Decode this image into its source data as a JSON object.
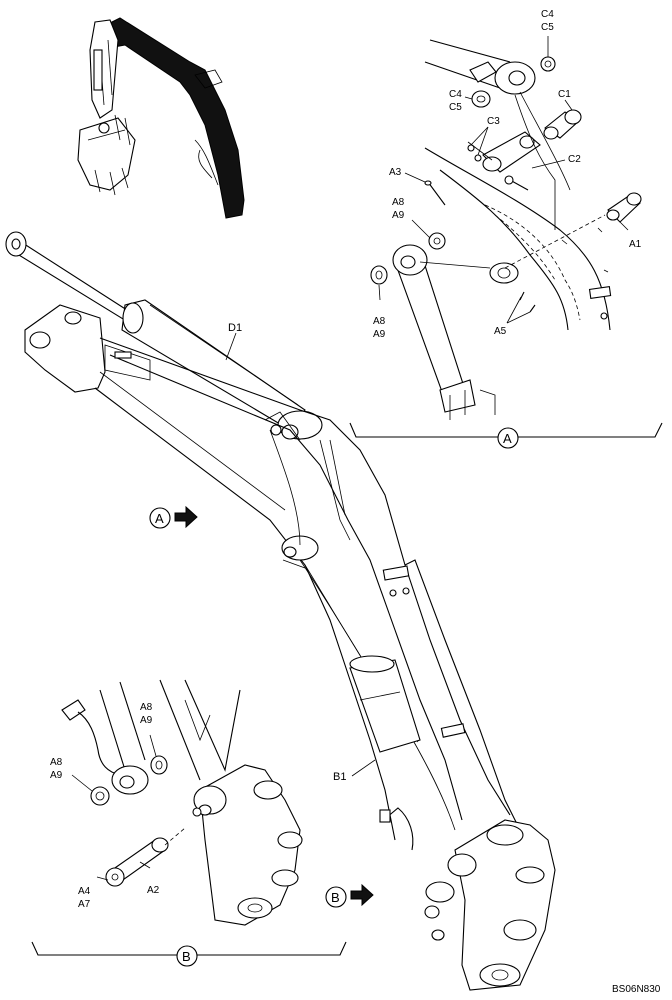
{
  "drawing_code": "BS06N830",
  "detail_views": [
    {
      "id": "A",
      "caption": "A"
    },
    {
      "id": "B",
      "caption": "B"
    }
  ],
  "view_arrows": [
    {
      "target": "A",
      "label": "A"
    },
    {
      "target": "B",
      "label": "B"
    }
  ],
  "main_view": {
    "callouts": {
      "boom_cylinder": "D1",
      "boom": "B1"
    }
  },
  "detail_a": {
    "callouts": {
      "c4_top": "C4",
      "c5_top": "C5",
      "c4_left": "C4",
      "c5_left": "C5",
      "c1": "C1",
      "c3": "C3",
      "c2": "C2",
      "a3": "A3",
      "a8_top": "A8",
      "a9_top": "A9",
      "a8_left": "A8",
      "a9_left": "A9",
      "a1": "A1",
      "a5": "A5"
    }
  },
  "detail_b": {
    "callouts": {
      "a8_right": "A8",
      "a9_right": "A9",
      "a8_left": "A8",
      "a9_left": "A9",
      "a4": "A4",
      "a7": "A7",
      "a2": "A2"
    }
  }
}
